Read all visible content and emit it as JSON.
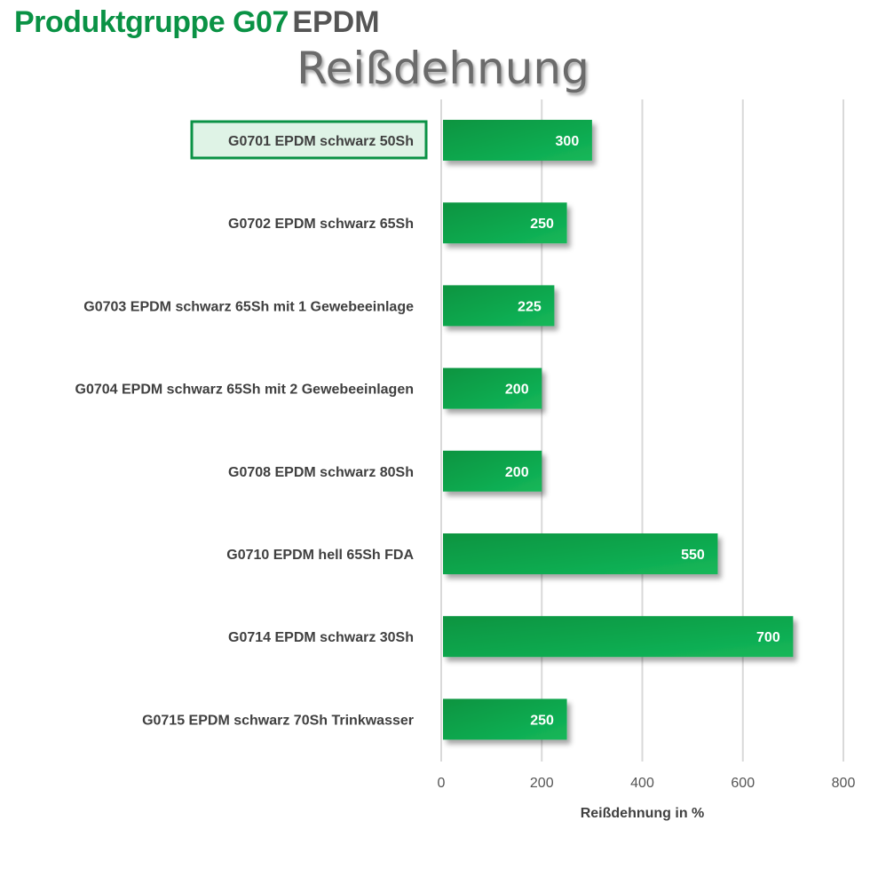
{
  "header": {
    "brand": "Produktgruppe G07",
    "subtitle": "EPDM"
  },
  "colors": {
    "bar_fill": "#0aa84f",
    "bar_fill_dark": "#079440",
    "highlight_border": "#0a9245",
    "highlight_fill": "#dff3e6"
  },
  "chart_data": {
    "type": "bar",
    "orientation": "horizontal",
    "title": "Reißdehnung",
    "xlabel": "Reißdehnung in %",
    "ylabel": "",
    "xlim": [
      0,
      800
    ],
    "xticks": [
      0,
      200,
      400,
      600,
      800
    ],
    "grid": true,
    "highlighted_category": "G0701 EPDM schwarz 50Sh",
    "categories": [
      "G0701 EPDM schwarz 50Sh",
      "G0702 EPDM schwarz 65Sh",
      "G0703 EPDM schwarz 65Sh mit 1 Gewebeeinlage",
      "G0704 EPDM schwarz 65Sh mit 2 Gewebeeinlagen",
      "G0708 EPDM schwarz 80Sh",
      "G0710 EPDM hell 65Sh FDA",
      "G0714 EPDM schwarz 30Sh",
      "G0715 EPDM schwarz 70Sh Trinkwasser"
    ],
    "values": [
      300,
      250,
      225,
      200,
      200,
      550,
      700,
      250
    ]
  }
}
